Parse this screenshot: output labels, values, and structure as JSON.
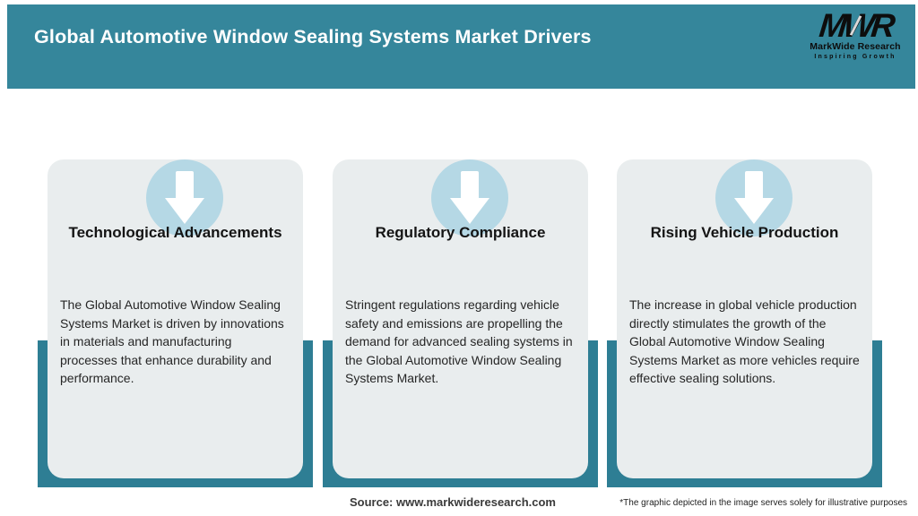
{
  "header": {
    "title": "Global Automotive Window Sealing Systems Market Drivers"
  },
  "logo": {
    "acronym": "MWR",
    "name": "MarkWide Research",
    "tagline": "Inspiring Growth"
  },
  "cards": [
    {
      "icon": "down-arrow-icon",
      "title": "Technological Advancements",
      "body": "The Global Automotive Window Sealing Systems Market is driven by innovations in materials and manufacturing processes that enhance durability and performance."
    },
    {
      "icon": "down-arrow-icon",
      "title": "Regulatory Compliance",
      "body": "Stringent regulations regarding vehicle safety and emissions are propelling the demand for advanced sealing systems in the Global Automotive Window Sealing Systems Market."
    },
    {
      "icon": "down-arrow-icon",
      "title": "Rising Vehicle Production",
      "body": "The increase in global vehicle production directly stimulates the growth of the Global Automotive Window Sealing Systems Market as more vehicles require effective sealing solutions."
    }
  ],
  "footer": {
    "source": "Source: www.markwideresearch.com",
    "disclaimer": "*The graphic depicted in the image serves solely for illustrative purposes"
  },
  "colors": {
    "header_bg": "#35869B",
    "bar_bg": "#2E7E94",
    "card_bg": "#E9EDEE",
    "circle_bg": "#B5D8E5",
    "title_text": "#FFFFFF"
  }
}
